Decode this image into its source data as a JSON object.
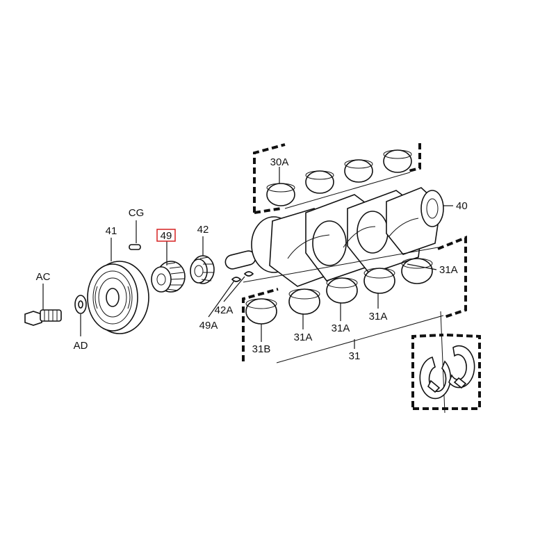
{
  "diagram": {
    "colors": {
      "line": "#111111",
      "highlight": "#d62020",
      "background": "#ffffff"
    },
    "labels": {
      "AC": "AC",
      "AD": "AD",
      "41": "41",
      "CG": "CG",
      "49": "49",
      "42": "42",
      "49A": "49A",
      "42A": "42A",
      "30A": "30A",
      "40": "40",
      "31A_right": "31A",
      "31A_1": "31A",
      "31A_2": "31A",
      "31A_3": "31A",
      "31B": "31B",
      "31": "31"
    },
    "highlighted_label": "49"
  }
}
